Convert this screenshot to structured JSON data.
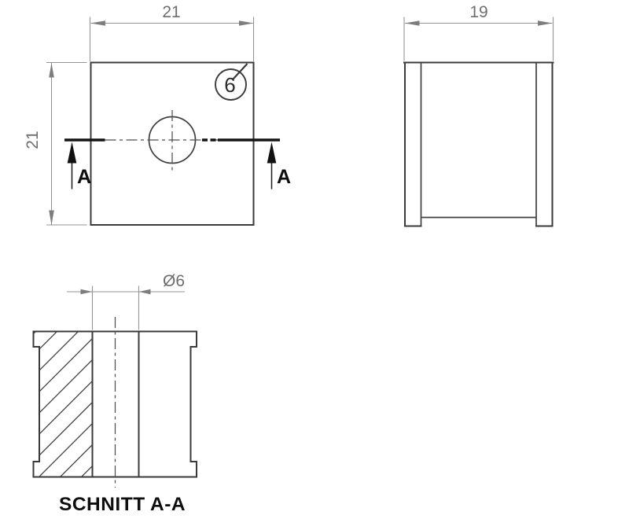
{
  "colors": {
    "background": "#ffffff",
    "object_line": "#3a3a3a",
    "dimension_line": "#949494",
    "dimension_text": "#6e6e6e",
    "cutting_line": "#141414",
    "label_text": "#0e0e0e"
  },
  "front_view": {
    "width_dim": "21",
    "height_dim": "21",
    "balloon_number": "6",
    "section_label_left": "A",
    "section_label_right": "A"
  },
  "side_view": {
    "width_dim": "19"
  },
  "section_view": {
    "diameter_dim": "Ø6",
    "caption": "SCHNITT A-A"
  }
}
